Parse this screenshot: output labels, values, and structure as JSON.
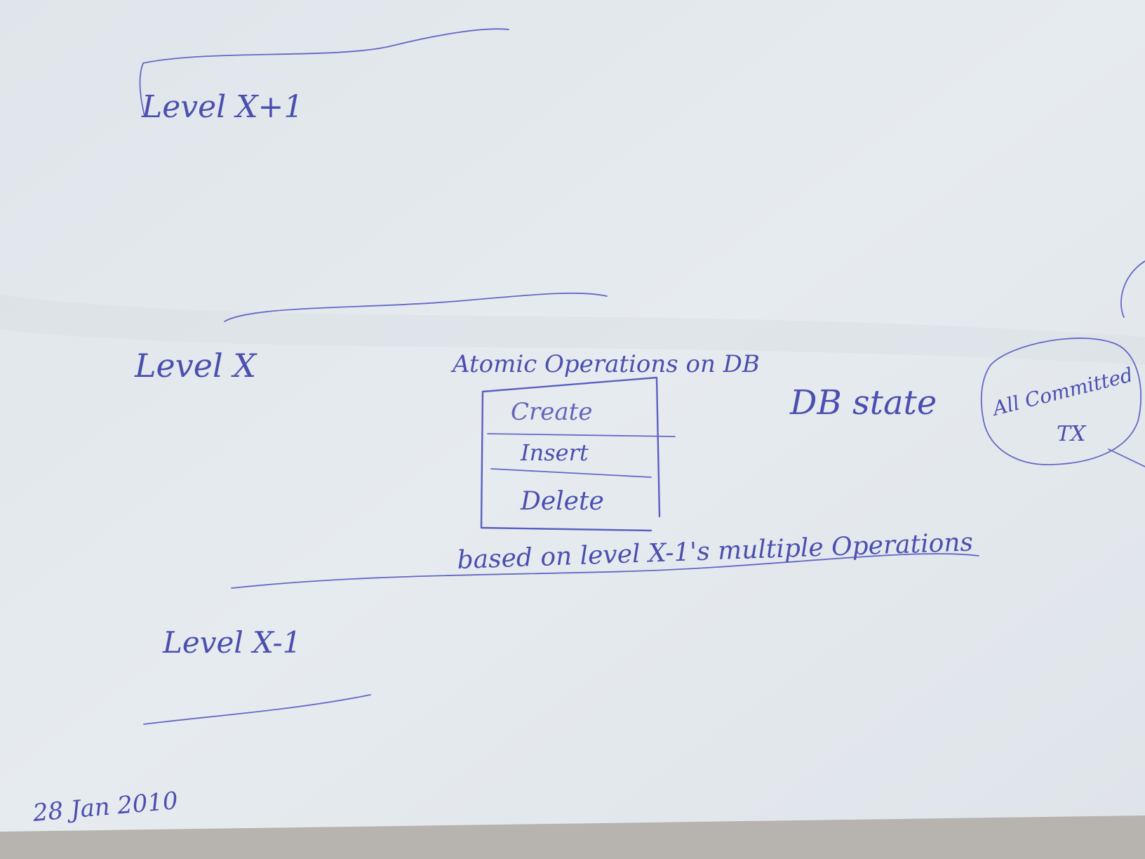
{
  "levels": {
    "upper": "Level X+1",
    "middle": "Level X",
    "lower": "Level X-1"
  },
  "operations_box": {
    "title": "Atomic Operations on DB",
    "rows": [
      "Create",
      "Insert",
      "Delete"
    ]
  },
  "caption": "based on level X-1's multiple Operations",
  "db_state": "DB state",
  "committed": {
    "line1": "All Committed",
    "line2": "TX"
  },
  "date": "28 Jan 2010",
  "colors": {
    "ink": "#4a4fb0",
    "paper": "#e3e8ec",
    "background": "#b9b6b2"
  }
}
